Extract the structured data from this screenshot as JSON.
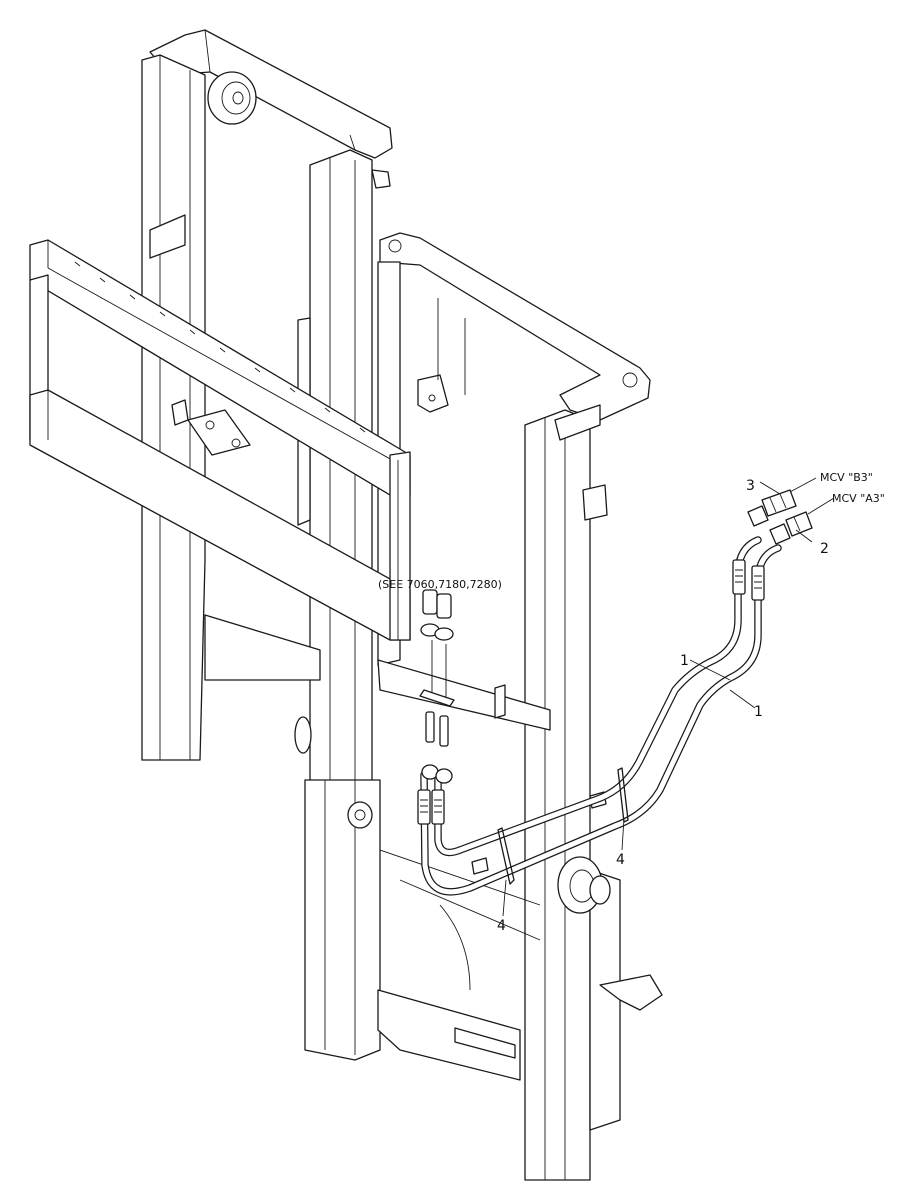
{
  "callouts": {
    "item_1a": "1",
    "item_1b": "1",
    "item_2": "2",
    "item_3": "3",
    "item_4a": "4",
    "item_4b": "4"
  },
  "ports": {
    "b3": "MCV \"B3\"",
    "a3": "MCV \"A3\""
  },
  "reference": "(SEE 7060,7180,7280)"
}
